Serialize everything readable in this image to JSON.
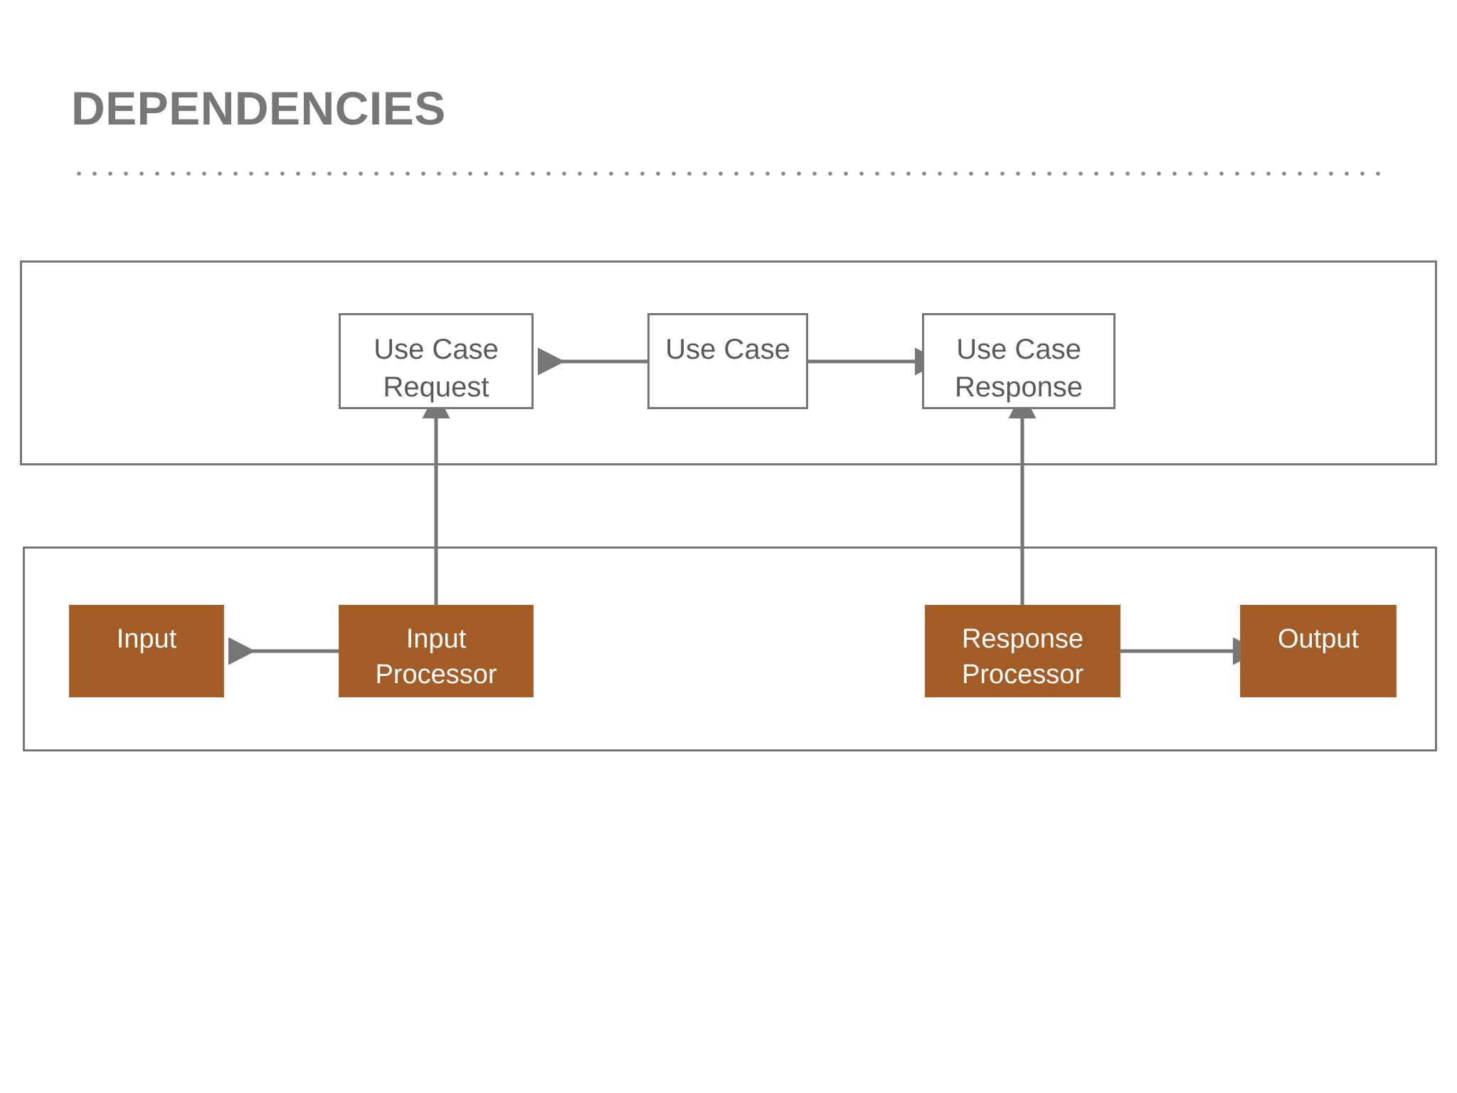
{
  "slide": {
    "title": "DEPENDENCIES",
    "divider": "dotted-rule"
  },
  "colors": {
    "title_gray": "#777777",
    "line_gray": "#767676",
    "box_text_gray": "#595959",
    "orange_fill": "#A35C25",
    "orange_text": "#FFFFFF",
    "background": "#FFFFFF"
  },
  "diagram": {
    "type": "flow-dependency-diagram",
    "containers": [
      {
        "id": "upper-container",
        "label": ""
      },
      {
        "id": "lower-container",
        "label": ""
      }
    ],
    "nodes": [
      {
        "id": "use-case-request",
        "style": "white",
        "lines": [
          "Use Case",
          "Request"
        ]
      },
      {
        "id": "use-case",
        "style": "white",
        "lines": [
          "Use Case"
        ]
      },
      {
        "id": "use-case-response",
        "style": "white",
        "lines": [
          "Use Case",
          "Response"
        ]
      },
      {
        "id": "input",
        "style": "orange",
        "lines": [
          "Input"
        ]
      },
      {
        "id": "input-processor",
        "style": "orange",
        "lines": [
          "Input",
          "Processor"
        ]
      },
      {
        "id": "response-processor",
        "style": "orange",
        "lines": [
          "Response",
          "Processor"
        ]
      },
      {
        "id": "output",
        "style": "orange",
        "lines": [
          "Output"
        ]
      }
    ],
    "arrows": [
      {
        "from": "use-case",
        "to": "use-case-request",
        "direction": "left"
      },
      {
        "from": "use-case",
        "to": "use-case-response",
        "direction": "right"
      },
      {
        "from": "input-processor",
        "to": "use-case-request",
        "direction": "up"
      },
      {
        "from": "response-processor",
        "to": "use-case-response",
        "direction": "up"
      },
      {
        "from": "input-processor",
        "to": "input",
        "direction": "left"
      },
      {
        "from": "response-processor",
        "to": "output",
        "direction": "right"
      }
    ]
  }
}
